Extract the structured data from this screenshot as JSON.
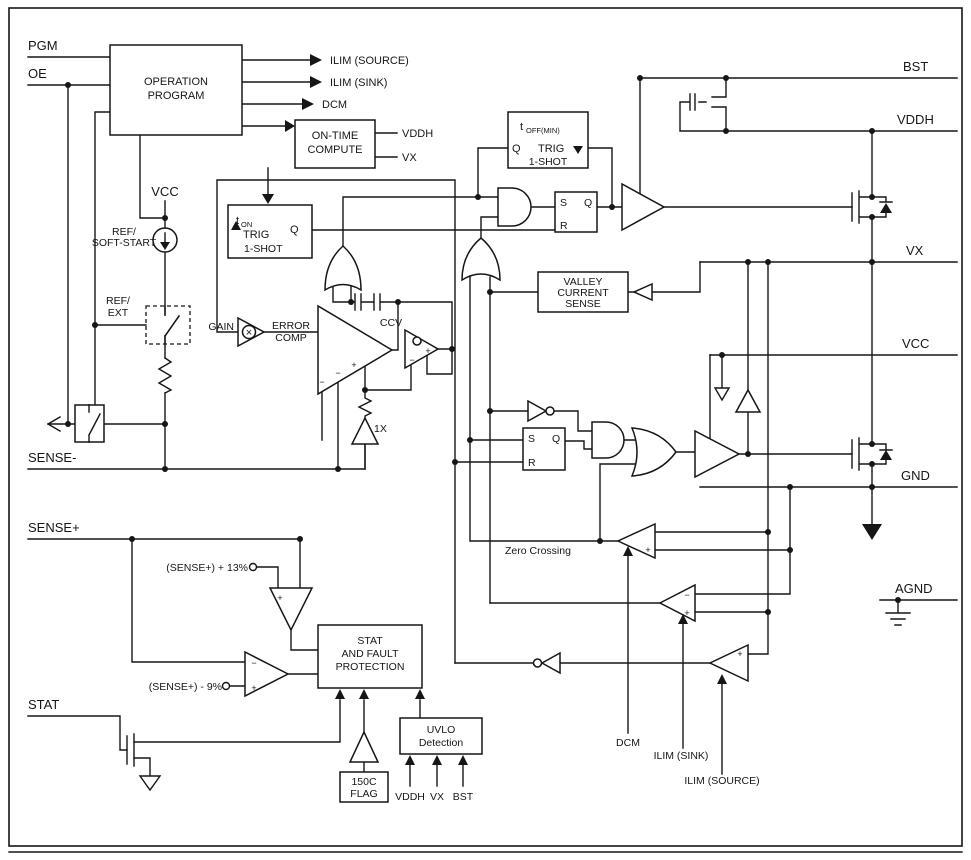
{
  "pins": {
    "pgm": "PGM",
    "oe": "OE",
    "vcc_top": "VCC",
    "sense_minus": "SENSE-",
    "sense_plus": "SENSE+",
    "stat": "STAT",
    "bst": "BST",
    "vddh": "VDDH",
    "vx": "VX",
    "vcc_right": "VCC",
    "gnd": "GND",
    "agnd": "AGND"
  },
  "blocks": {
    "operation_program": {
      "line1": "OPERATION",
      "line2": "PROGRAM"
    },
    "on_time_compute": {
      "line1": "ON-TIME",
      "line2": "COMPUTE"
    },
    "toff_one_shot": {
      "t": "t",
      "sub": "OFF(MIN)",
      "q": "Q",
      "trig": "TRIG",
      "name": "1-SHOT"
    },
    "ton_one_shot": {
      "t": "t",
      "sub": "ON",
      "q": "Q",
      "trig": "TRIG",
      "name": "1-SHOT"
    },
    "valley_current_sense": {
      "line1": "VALLEY",
      "line2": "CURRENT",
      "line3": "SENSE"
    },
    "stat_fault": {
      "line1": "STAT",
      "line2": "AND FAULT",
      "line3": "PROTECTION"
    },
    "uvlo": {
      "line1": "UVLO",
      "line2": "Detection"
    },
    "flag_150c": {
      "line1": "150C",
      "line2": "FLAG"
    },
    "sr_latch_top": {
      "s": "S",
      "q": "Q",
      "r": "R"
    },
    "sr_latch_bottom": {
      "s": "S",
      "q": "Q",
      "r": "R"
    }
  },
  "signals": {
    "ilim_source": "ILIM (SOURCE)",
    "ilim_sink": "ILIM (SINK)",
    "dcm": "DCM",
    "vddh_ff": "VDDH",
    "vx_ff": "VX",
    "ref_soft_start_1": "REF/",
    "ref_soft_start_2": "SOFT-START",
    "ref_ext_1": "REF/",
    "ref_ext_2": "EXT",
    "gain": "GAIN",
    "multiply": "×",
    "error_comp_1": "ERROR",
    "error_comp_2": "COMP",
    "ccv": "CCV",
    "buffer_1x": "1X",
    "zero_crossing": "Zero Crossing",
    "sense_plus_13": "(SENSE+) + 13%",
    "sense_minus_9": "(SENSE+) - 9%",
    "dcm_bottom": "DCM",
    "ilim_sink_bottom": "ILIM (SINK)",
    "ilim_source_bottom": "ILIM (SOURCE)",
    "uvlo_vddh": "VDDH",
    "uvlo_vx": "VX",
    "uvlo_bst": "BST",
    "minus": "−",
    "plus": "+"
  }
}
